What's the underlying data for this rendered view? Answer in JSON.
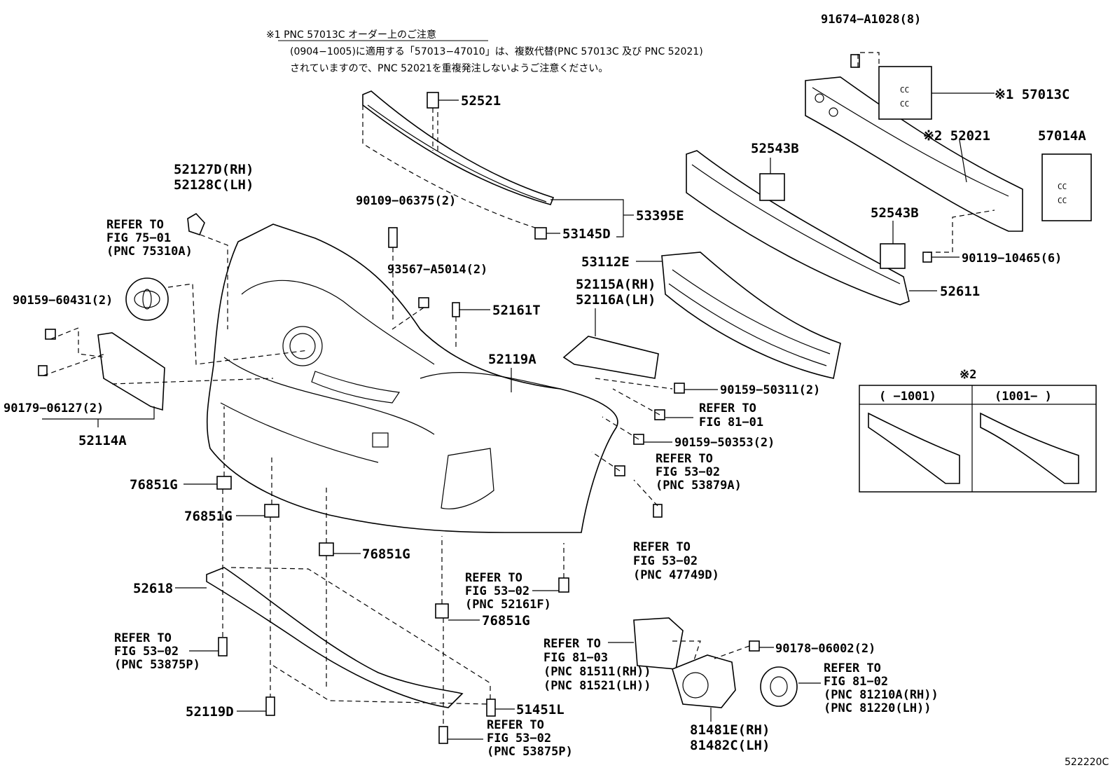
{
  "note": {
    "line1": "※1 PNC 57013C オーダー上のご注意",
    "line2": "(0904−1005)に適用する「57013−47010」は、複数代替(PNC 57013C 及び PNC 52021)",
    "line3": "されていますので、PNC 52021を重複発注しないようご注意ください。"
  },
  "labels": {
    "p91674": "91674−A1028(8)",
    "p57013c": "※1 57013C",
    "p52021": "※2 52021",
    "p57014a": "57014A",
    "p52543b_1": "52543B",
    "p52543b_2": "52543B",
    "p90119": "90119−10465(6)",
    "p52611": "52611",
    "p52521": "52521",
    "p53395e": "53395E",
    "p53145d": "53145D",
    "p90109": "90109−06375(2)",
    "p93567": "93567−A5014(2)",
    "p52161t": "52161T",
    "p52127d": "52127D(RH)",
    "p52128c": "52128C(LH)",
    "p53112e": "53112E",
    "p52115a": "52115A(RH)",
    "p52116a": "52116A(LH)",
    "p52119a": "52119A",
    "p90159_60431": "90159−60431(2)",
    "p90179": "90179−06127(2)",
    "p52114a": "52114A",
    "p90159_50311": "90159−50311(2)",
    "p90159_50353": "90159−50353(2)",
    "p76851g_1": "76851G",
    "p76851g_2": "76851G",
    "p76851g_3": "76851G",
    "p76851g_4": "76851G",
    "p52618": "52618",
    "p52119d": "52119D",
    "p51451l": "51451L",
    "p90178": "90178−06002(2)",
    "p81481e": "81481E(RH)",
    "p81482c": "81482C(LH)"
  },
  "refs": {
    "r75": [
      "REFER TO",
      "FIG 75−01",
      "(PNC 75310A)"
    ],
    "r81_01": [
      "REFER TO",
      "FIG 81−01"
    ],
    "r53879": [
      "REFER TO",
      "FIG 53−02",
      "(PNC 53879A)"
    ],
    "r47749": [
      "REFER TO",
      "FIG 53−02",
      "(PNC 47749D)"
    ],
    "r52161f": [
      "REFER TO",
      "FIG 53−02",
      "(PNC 52161F)"
    ],
    "r53875_l": [
      "REFER TO",
      "FIG 53−02",
      "(PNC 53875P)"
    ],
    "r53875_b": [
      "REFER TO",
      "FIG 53−02",
      "(PNC 53875P)"
    ],
    "r81_03": [
      "REFER TO",
      "FIG 81−03",
      "(PNC 81511(RH))",
      "(PNC 81521(LH))"
    ],
    "r81_02": [
      "REFER TO",
      "FIG 81−02",
      "(PNC 81210A(RH))",
      "(PNC 81220(LH))"
    ]
  },
  "inset": {
    "mark": "※2",
    "left_range": "(    −1001)",
    "right_range": "(1001−    )"
  },
  "figure_code": "522220C"
}
